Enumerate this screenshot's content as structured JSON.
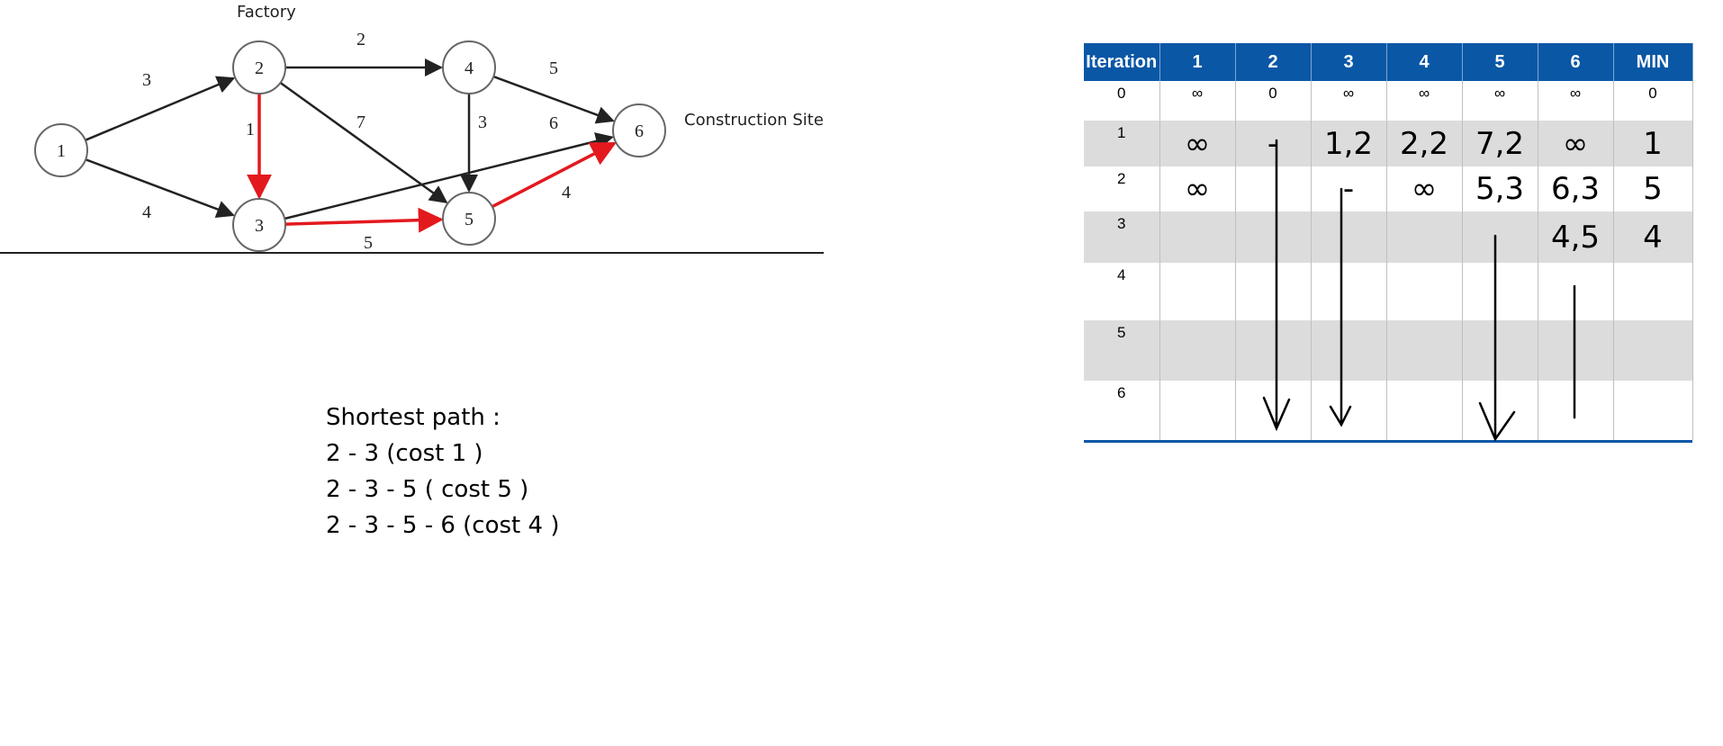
{
  "graph": {
    "factory_label": "Factory",
    "site_label": "Construction Site",
    "nodes": [
      "1",
      "2",
      "3",
      "4",
      "5",
      "6"
    ],
    "edges": [
      {
        "from": "1",
        "to": "2",
        "weight": "3",
        "highlight": false
      },
      {
        "from": "1",
        "to": "3",
        "weight": "4",
        "highlight": false
      },
      {
        "from": "2",
        "to": "4",
        "weight": "2",
        "highlight": false
      },
      {
        "from": "2",
        "to": "3",
        "weight": "1",
        "highlight": true
      },
      {
        "from": "2",
        "to": "5",
        "weight": "7",
        "highlight": false
      },
      {
        "from": "4",
        "to": "5",
        "weight": "3",
        "highlight": false
      },
      {
        "from": "4",
        "to": "6",
        "weight": "5",
        "highlight": false
      },
      {
        "from": "3",
        "to": "6",
        "weight": "6",
        "highlight": false
      },
      {
        "from": "3",
        "to": "5",
        "weight": "5",
        "highlight": true
      },
      {
        "from": "5",
        "to": "6",
        "weight": "4",
        "highlight": true
      }
    ]
  },
  "notes": {
    "title": "Shortest path :",
    "lines": [
      "2 - 3 (cost 1 )",
      "2 - 3 - 5 ( cost 5 )",
      "2 - 3 - 5 - 6 (cost 4 )"
    ]
  },
  "table": {
    "headers": [
      "Iteration",
      "1",
      "2",
      "3",
      "4",
      "5",
      "6",
      "MIN"
    ],
    "rows": [
      {
        "iteration": "0",
        "cells": [
          "∞",
          "0",
          "∞",
          "∞",
          "∞",
          "∞",
          "0"
        ]
      },
      {
        "iteration": "1",
        "cells": [
          "∞",
          "-",
          "1,2",
          "2,2",
          "7,2",
          "∞",
          "1"
        ]
      },
      {
        "iteration": "2",
        "cells": [
          "∞",
          "",
          "-",
          "∞",
          "5,3",
          "6,3",
          "5"
        ]
      },
      {
        "iteration": "3",
        "cells": [
          "",
          "",
          "",
          "",
          "",
          "4,5",
          "4"
        ]
      },
      {
        "iteration": "4",
        "cells": [
          "",
          "",
          "",
          "",
          "",
          "",
          ""
        ]
      },
      {
        "iteration": "5",
        "cells": [
          "",
          "",
          "",
          "",
          "",
          "",
          ""
        ]
      },
      {
        "iteration": "6",
        "cells": [
          "",
          "",
          "",
          "",
          "",
          "",
          ""
        ]
      }
    ]
  },
  "colors": {
    "table_header": "#0a57a6",
    "row_shade": "#dcdcdc",
    "highlight_edge": "#e3191e",
    "node_stroke": "#666666"
  }
}
